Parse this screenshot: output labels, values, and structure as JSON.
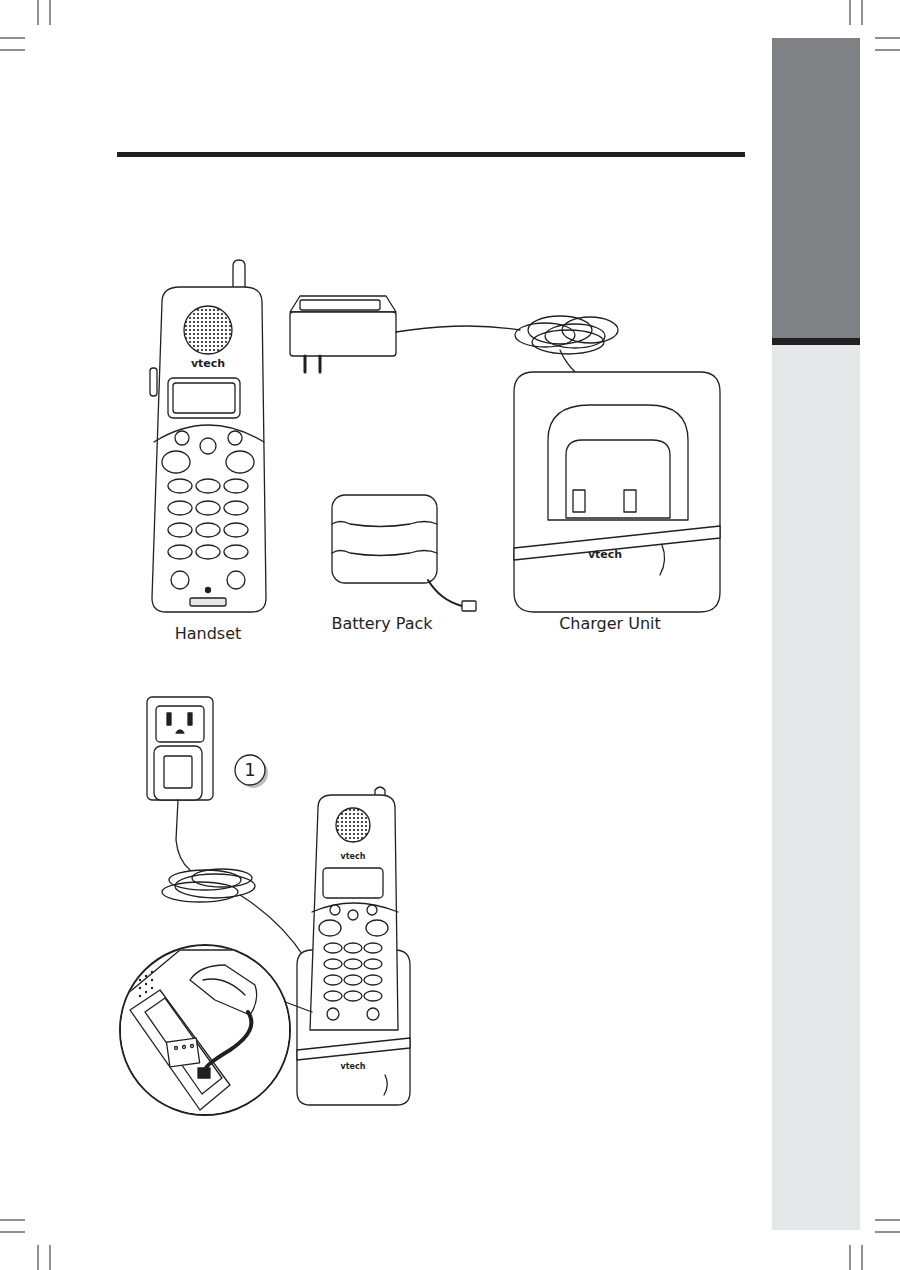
{
  "diagram": {
    "labels": [
      "Handset",
      "Battery Pack",
      "Charger Unit",
      "1",
      "vtech",
      "vtech",
      "vtech",
      "vtech"
    ]
  }
}
